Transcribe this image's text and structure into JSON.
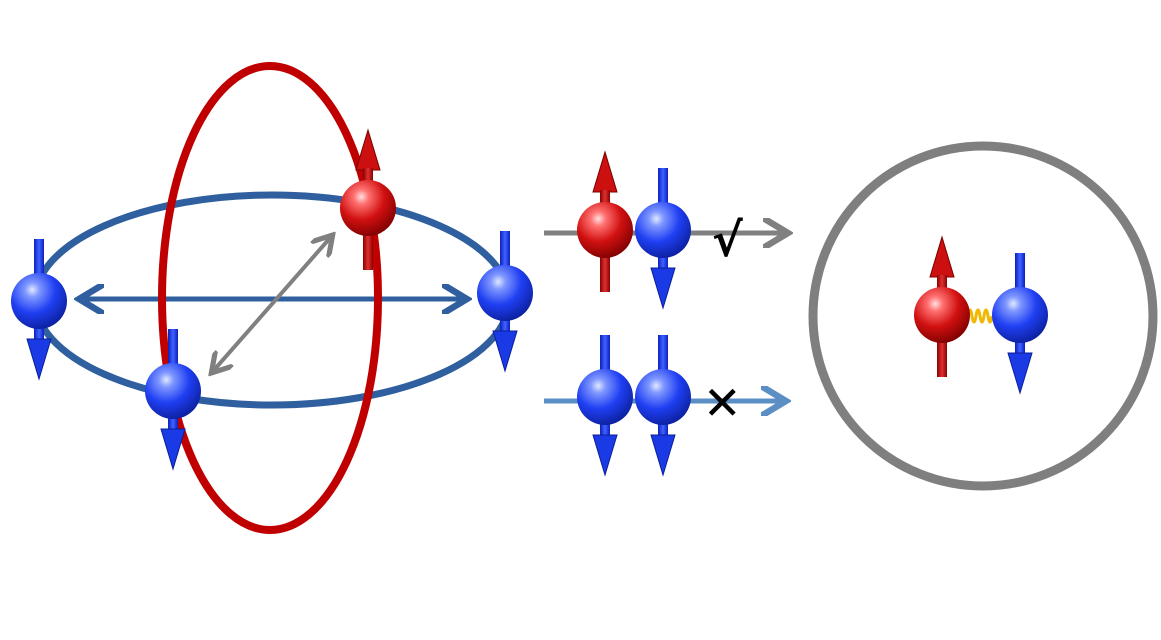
{
  "marks": {
    "allowed": "√",
    "forbidden": "✕"
  },
  "colors": {
    "spin_up_particle": "#d11010",
    "spin_down_particle": "#1b3df0",
    "red_orbit": "#c00000",
    "blue_orbit": "#2f5f9e",
    "allowed_arrow": "#808080",
    "forbidden_arrow": "#5b8fc4",
    "bound_circle": "#7f7f7f",
    "spring": "#f0b800"
  },
  "particles": {
    "orbit_system": [
      "spin-up",
      "spin-down",
      "spin-down",
      "spin-down"
    ],
    "allowed_pair": [
      "spin-up",
      "spin-down"
    ],
    "forbidden_pair": [
      "spin-down",
      "spin-down"
    ],
    "bound_pair": [
      "spin-up",
      "spin-down"
    ]
  },
  "icons": [
    "red-sphere-spin-up-icon",
    "blue-sphere-spin-down-icon",
    "spring-icon",
    "check-mark-icon",
    "cross-mark-icon"
  ]
}
